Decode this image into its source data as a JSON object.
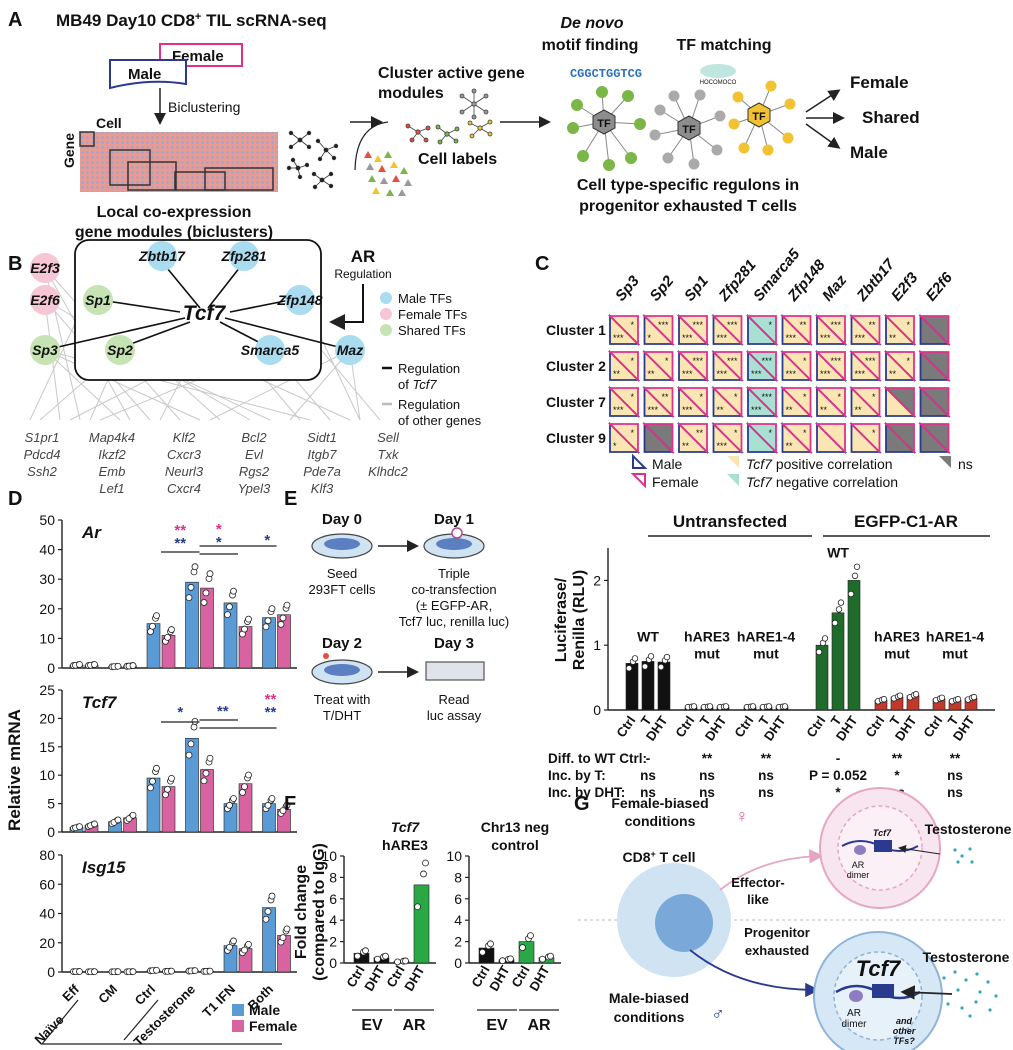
{
  "panels": {
    "A": "A",
    "B": "B",
    "C": "C",
    "D": "D",
    "E": "E",
    "F": "F",
    "G": "G"
  },
  "a": {
    "title_main": "MB49 Day10 CD8",
    "title_sup": "+",
    "title_tail": " TIL scRNA-seq",
    "female": "Female",
    "male": "Male",
    "biclustering": "Biclustering",
    "cell": "Cell",
    "gene": "Gene",
    "local1": "Local co-expression",
    "local2": "gene modules (biclusters)",
    "cluster1": "Cluster active gene",
    "cluster2": "modules",
    "cell_labels": "Cell labels",
    "denovo": "De novo",
    "motif": "motif finding",
    "tfmatch": "TF matching",
    "logo_text": "CGGCTGGTCG",
    "hocomoco": "HOCOMOCO",
    "tf": "TF",
    "regulons1": "Cell type-specific regulons in",
    "regulons2": "progenitor exhausted T cells",
    "out_female": "Female",
    "out_shared": "Shared",
    "out_male": "Male"
  },
  "b": {
    "ar": "AR",
    "regulation": "Regulation",
    "nodes": {
      "zbtb17": "Zbtb17",
      "zfp281": "Zfp281",
      "sp1": "Sp1",
      "tcf7": "Tcf7",
      "zfp148": "Zfp148",
      "sp2": "Sp2",
      "smarca5": "Smarca5",
      "maz": "Maz",
      "e2f3": "E2f3",
      "e2f6": "E2f6",
      "sp3": "Sp3"
    },
    "legend": {
      "male": "Male TFs",
      "female": "Female TFs",
      "shared": "Shared TFs",
      "reg_tcf7a": "Regulation",
      "reg_tcf7b": "of Tcf7",
      "reg_other1": "Regulation",
      "reg_other2": "of other genes"
    },
    "genes": [
      [
        "S1pr1",
        "Pdcd4",
        "Ssh2"
      ],
      [
        "Map4k4",
        "Ikzf2",
        "Emb",
        "Lef1"
      ],
      [
        "Klf2",
        "Cxcr3",
        "Neurl3",
        "Cxcr4"
      ],
      [
        "Bcl2",
        "Evl",
        "Rgs2",
        "Ypel3"
      ],
      [
        "Sidt1",
        "Itgb7",
        "Pde7a",
        "Klf3"
      ],
      [
        "Sell",
        "Txk",
        "Klhdc2"
      ]
    ],
    "colors": {
      "male": "#a9dcef",
      "female": "#f7c6d4",
      "shared": "#c6e3b3"
    }
  },
  "c": {
    "columns": [
      "Sp3",
      "Sp2",
      "Sp1",
      "Zfp281",
      "Smarca5",
      "Zfp148",
      "Maz",
      "Zbtb17",
      "E2f3",
      "E2f6"
    ],
    "rows": [
      "Cluster 1",
      "Cluster 2",
      "Cluster 7",
      "Cluster 9"
    ],
    "cells": [
      [
        [
          "pos",
          "*",
          "***"
        ],
        [
          "pos",
          "***",
          "*"
        ],
        [
          "pos",
          "***",
          "***"
        ],
        [
          "pos",
          "***",
          "***"
        ],
        [
          "neg",
          "*",
          ""
        ],
        [
          "pos",
          "**",
          "***"
        ],
        [
          "pos",
          "***",
          "***"
        ],
        [
          "pos",
          "**",
          "***"
        ],
        [
          "pos",
          "*",
          "**"
        ],
        [
          "ns",
          "",
          ""
        ]
      ],
      [
        [
          "pos",
          "*",
          "**"
        ],
        [
          "pos",
          "*",
          "**"
        ],
        [
          "pos",
          "***",
          "***"
        ],
        [
          "pos",
          "***",
          "***"
        ],
        [
          "neg",
          "***",
          "***"
        ],
        [
          "pos",
          "*",
          "***"
        ],
        [
          "pos",
          "***",
          "***"
        ],
        [
          "pos",
          "***",
          "***"
        ],
        [
          "pos",
          "*",
          "**"
        ],
        [
          "ns",
          "",
          ""
        ]
      ],
      [
        [
          "pos",
          "*",
          "***"
        ],
        [
          "pos",
          "**",
          "***"
        ],
        [
          "pos",
          "*",
          "***"
        ],
        [
          "pos",
          "*",
          "**"
        ],
        [
          "neg",
          "***",
          "***"
        ],
        [
          "pos",
          "*",
          "**"
        ],
        [
          "pos",
          "*",
          "**"
        ],
        [
          "pos",
          "*",
          "**"
        ],
        [
          "nsf",
          "",
          ""
        ],
        [
          "ns",
          "",
          ""
        ]
      ],
      [
        [
          "pos",
          "*",
          "*"
        ],
        [
          "ns",
          "",
          ""
        ],
        [
          "pos",
          "**",
          "**"
        ],
        [
          "pos",
          "*",
          "***"
        ],
        [
          "neg",
          "*",
          ""
        ],
        [
          "pos",
          "*",
          "**"
        ],
        [
          "pos",
          "",
          ""
        ],
        [
          "pos",
          "*",
          ""
        ],
        [
          "ns",
          "",
          ""
        ],
        [
          "ns",
          "",
          ""
        ]
      ]
    ],
    "legend": {
      "male": "Male",
      "female": "Female",
      "pos": "Tcf7 positive correlation",
      "neg": "Tcf7 negative correlation",
      "ns": "ns"
    },
    "colors": {
      "pos": "#fbe6b3",
      "neg": "#a9e0d3",
      "ns": "#7a7a7a",
      "male_edge": "#2a3b8f",
      "female_edge": "#e2308a"
    }
  },
  "chart_data": [
    {
      "type": "bar",
      "panel": "D",
      "title": "Ar",
      "ylabel": "Relative mRNA",
      "ylim": [
        0,
        50
      ],
      "yticks": [
        0,
        10,
        20,
        30,
        40,
        50
      ],
      "categories": [
        "Eff",
        "CM",
        "Ctrl",
        "Testosterone",
        "T1 IFN",
        "Both"
      ],
      "series": [
        {
          "name": "Male",
          "values": [
            1,
            0.5,
            15,
            29,
            22,
            17
          ]
        },
        {
          "name": "Female",
          "values": [
            1,
            0.7,
            11,
            27,
            14,
            18
          ]
        }
      ]
    },
    {
      "type": "bar",
      "panel": "D",
      "title": "Tcf7",
      "ylabel": "Relative mRNA",
      "ylim": [
        0,
        25
      ],
      "yticks": [
        0,
        5,
        10,
        15,
        20,
        25
      ],
      "categories": [
        "Eff",
        "CM",
        "Ctrl",
        "Testosterone",
        "T1 IFN",
        "Both"
      ],
      "series": [
        {
          "name": "Male",
          "values": [
            0.8,
            1.8,
            9.5,
            16.5,
            5,
            5
          ]
        },
        {
          "name": "Female",
          "values": [
            1.2,
            2.5,
            8,
            11,
            8.5,
            4
          ]
        }
      ]
    },
    {
      "type": "bar",
      "panel": "D",
      "title": "Isg15",
      "ylabel": "Relative mRNA",
      "ylim": [
        0,
        80
      ],
      "yticks": [
        0,
        20,
        40,
        60,
        80
      ],
      "categories": [
        "Eff",
        "CM",
        "Ctrl",
        "Testosterone",
        "T1 IFN",
        "Both"
      ],
      "series": [
        {
          "name": "Male",
          "values": [
            0.3,
            0.2,
            1,
            0.8,
            18,
            44
          ]
        },
        {
          "name": "Female",
          "values": [
            0.2,
            0.2,
            0.5,
            0.5,
            16,
            25
          ]
        }
      ]
    },
    {
      "type": "bar",
      "panel": "E",
      "ylabel": "Luciferase/ Renilla (RLU)",
      "ylim": [
        0,
        2.5
      ],
      "yticks": [
        0,
        1,
        2
      ],
      "groups": [
        "WT",
        "hARE3 mut",
        "hARE1-4 mut",
        "WT",
        "hARE3 mut",
        "hARE1-4 mut"
      ],
      "categories": [
        "Ctrl",
        "T",
        "DHT"
      ],
      "values": [
        [
          0.72,
          0.75,
          0.74
        ],
        [
          0.05,
          0.05,
          0.05
        ],
        [
          0.05,
          0.05,
          0.05
        ],
        [
          1.0,
          1.5,
          2.0
        ],
        [
          0.15,
          0.2,
          0.22
        ],
        [
          0.17,
          0.15,
          0.18
        ]
      ]
    },
    {
      "type": "bar",
      "panel": "F",
      "ylabel": "Fold change (compared to IgG)",
      "ylim": [
        0,
        10
      ],
      "yticks": [
        0,
        2,
        4,
        6,
        8,
        10
      ],
      "charts": [
        {
          "title": "Tcf7 hARE3",
          "categories": [
            "Ctrl",
            "DHT",
            "Ctrl",
            "DHT"
          ],
          "values": [
            0.9,
            0.5,
            0.15,
            7.3
          ]
        },
        {
          "title": "Chr13 neg control",
          "categories": [
            "Ctrl",
            "DHT",
            "Ctrl",
            "DHT"
          ],
          "values": [
            1.4,
            0.3,
            2.0,
            0.5
          ]
        }
      ]
    }
  ],
  "d": {
    "ylabel": "Relative mRNA",
    "titles": [
      "Ar",
      "Tcf7",
      "Isg15"
    ],
    "x_labels": [
      "Eff",
      "CM",
      "Ctrl",
      "Testosterone",
      "T1 IFN",
      "Both"
    ],
    "naive": "Naïve",
    "legend_male": "Male",
    "legend_female": "Female",
    "colors": {
      "male": "#5b9bd5",
      "female": "#d764a0",
      "star_male": "#2a3b8f",
      "star_female": "#e2308a"
    },
    "sig_ar": {
      "left_pink": "**",
      "left_blue": "**",
      "mid_pink": "*",
      "mid_blue": "*",
      "right_blue": "*"
    },
    "sig_tcf7": {
      "left_blue": "*",
      "mid_blue": "**",
      "right_pink": "**",
      "right_blue": "**"
    }
  },
  "e": {
    "day0": "Day 0",
    "day1": "Day 1",
    "day2": "Day 2",
    "day3": "Day 3",
    "seed1": "Seed",
    "seed2": "293FT cells",
    "triple1": "Triple",
    "triple2": "co-transfection",
    "triple3": "(± EGFP-AR,",
    "triple4": "Tcf7 luc, renilla luc)",
    "treat1": "Treat with",
    "treat2": "T/DHT",
    "read1": "Read",
    "read2": "luc assay",
    "untransfected": "Untransfected",
    "egfp": "EGFP-C1-AR",
    "ylabel1": "Luciferase/",
    "ylabel2": "Renilla (RLU)",
    "groups": [
      [
        "WT",
        ""
      ],
      [
        "hARE3",
        "mut"
      ],
      [
        "hARE1-4",
        "mut"
      ],
      [
        "WT",
        ""
      ],
      [
        "hARE3",
        "mut"
      ],
      [
        "hARE1-4",
        "mut"
      ]
    ],
    "xcats": [
      "Ctrl",
      "T",
      "DHT"
    ],
    "rows": [
      {
        "label": "Diff. to WT Ctrl:",
        "vals": [
          "-",
          "**",
          "**",
          "-",
          "**",
          "**"
        ]
      },
      {
        "label": "Inc. by T:",
        "vals": [
          "ns",
          "ns",
          "ns",
          "P = 0.052",
          "*",
          "ns"
        ]
      },
      {
        "label": "Inc. by DHT:",
        "vals": [
          "ns",
          "ns",
          "ns",
          "*",
          "ns",
          "ns"
        ]
      }
    ],
    "colors": {
      "untrans": "#111111",
      "egfp": "#1f6b2a",
      "mut": "#c0392b"
    }
  },
  "f": {
    "ylabel1": "Fold change",
    "ylabel2": "(compared to IgG)",
    "title1a": "Tcf7",
    "title1b": "hARE3",
    "title2a": "Chr13 neg",
    "title2b": "control",
    "xcats": [
      "Ctrl",
      "DHT",
      "Ctrl",
      "DHT"
    ],
    "groups": [
      "EV",
      "AR",
      "EV",
      "AR"
    ],
    "colors": {
      "ev": "#111111",
      "ar": "#2aa845"
    }
  },
  "g": {
    "female1": "Female-biased",
    "female2": "conditions",
    "male1": "Male-biased",
    "male2": "conditions",
    "cd8": "CD8",
    "cd8sup": "+",
    "cd8tail": " T cell",
    "effector1": "Effector-",
    "effector2": "like",
    "prog1": "Progenitor",
    "prog2": "exhausted",
    "testosterone": "Testosterone",
    "tcf7": "Tcf7",
    "ar": "AR",
    "dimer": "dimer",
    "other1": "and",
    "other2": "other",
    "other3": "TFs?"
  }
}
